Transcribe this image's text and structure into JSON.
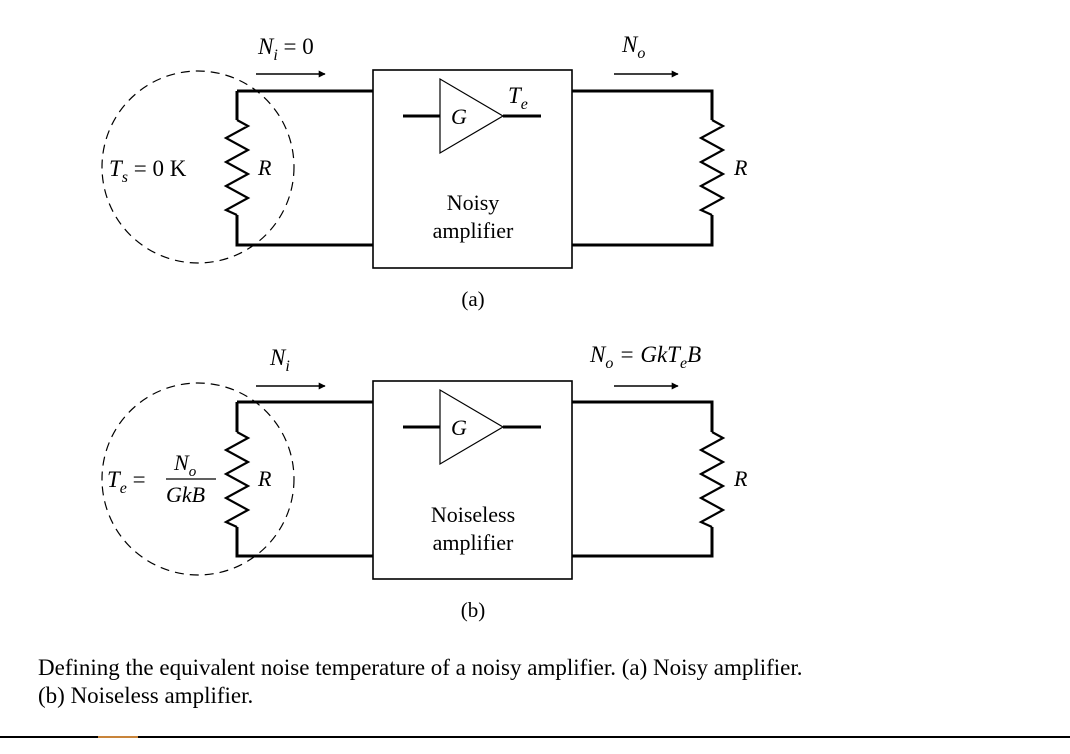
{
  "diagram_a": {
    "input_label_main": "N",
    "input_label_sub": "i",
    "input_label_rest": " = 0",
    "output_label_main": "N",
    "output_label_sub": "o",
    "source_temp_main": "T",
    "source_temp_sub": "s",
    "source_temp_rest": " = 0 K",
    "source_resistor": "R",
    "load_resistor": "R",
    "gain": "G",
    "te_main": "T",
    "te_sub": "e",
    "box_line1": "Noisy",
    "box_line2": "amplifier",
    "panel_label": "(a)"
  },
  "diagram_b": {
    "input_label_main": "N",
    "input_label_sub": "i",
    "output_label_main": "N",
    "output_label_sub": "o",
    "output_eq_part1": " = GkT",
    "output_eq_sub": "e",
    "output_eq_part2": "B",
    "temp_main": "T",
    "temp_sub": "e",
    "temp_eq": " =",
    "frac_num_main": "N",
    "frac_num_sub": "o",
    "frac_den": "GkB",
    "source_resistor": "R",
    "load_resistor": "R",
    "gain": "G",
    "box_line1": "Noiseless",
    "box_line2": "amplifier",
    "panel_label": "(b)"
  },
  "caption": {
    "line1": "Defining the equivalent noise temperature of a noisy amplifier. (a) Noisy amplifier.",
    "line2": "(b) Noiseless amplifier."
  }
}
